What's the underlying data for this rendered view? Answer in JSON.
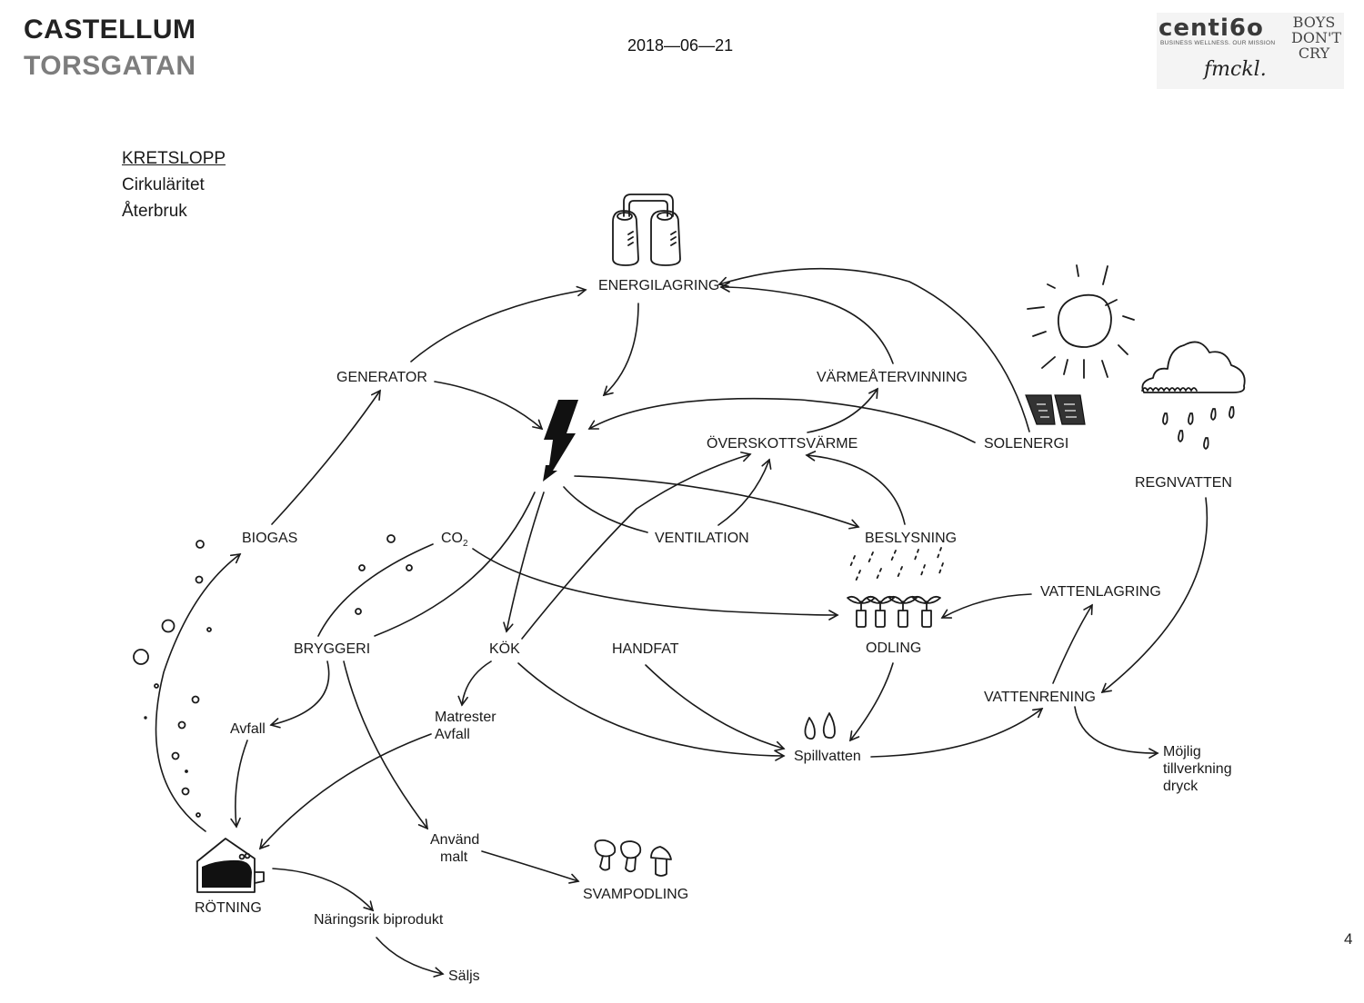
{
  "header": {
    "brand_line1": "CASTELLUM",
    "brand_line2": "TORSGATAN",
    "date": "2018—06—21",
    "logos": {
      "centigo": "centi6o",
      "centigo_tagline": "BUSINESS WELLNESS. OUR MISSION",
      "boys_dont_cry": [
        "BOYS",
        "DON'T",
        "CRY"
      ],
      "fmckl": "fmckl."
    }
  },
  "sidebar": {
    "heading": "KRETSLOPP",
    "items": [
      "Cirkuläritet",
      "Återbruk"
    ]
  },
  "page_number": "4",
  "diagram": {
    "nodes": {
      "energilagring": "ENERGILAGRING",
      "generator": "GENERATOR",
      "varmeatervinning": "VÄRMEÅTERVINNING",
      "overskottsvarme": "ÖVERSKOTTSVÄRME",
      "solenergi": "SOLENERGI",
      "regnvatten": "REGNVATTEN",
      "biogas": "BIOGAS",
      "co2": "CO",
      "co2_sub": "2",
      "ventilation": "VENTILATION",
      "beslysning": "BESLYSNING",
      "vattenlagring": "VATTENLAGRING",
      "bryggeri": "BRYGGERI",
      "kok": "KÖK",
      "handfat": "HANDFAT",
      "odling": "ODLING",
      "vattenrening": "VATTENRENING",
      "avfall": "Avfall",
      "matrester": "Matrester",
      "matrester_avfall": "Avfall",
      "spillvatten": "Spillvatten",
      "mojlig": [
        "Möjlig",
        "tillverkning",
        "dryck"
      ],
      "anvand": "Använd",
      "malt": "malt",
      "svampodling": "SVAMPODLING",
      "rotning": "RÖTNING",
      "naringsrik": "Näringsrik biprodukt",
      "saljs": "Säljs"
    },
    "icons": [
      "battery-icon",
      "lightning-icon",
      "sun-icon",
      "solar-panel-icon",
      "rain-cloud-icon",
      "plants-icon",
      "water-drops-icon",
      "mushrooms-icon",
      "digester-icon",
      "bubbles-icon"
    ]
  }
}
